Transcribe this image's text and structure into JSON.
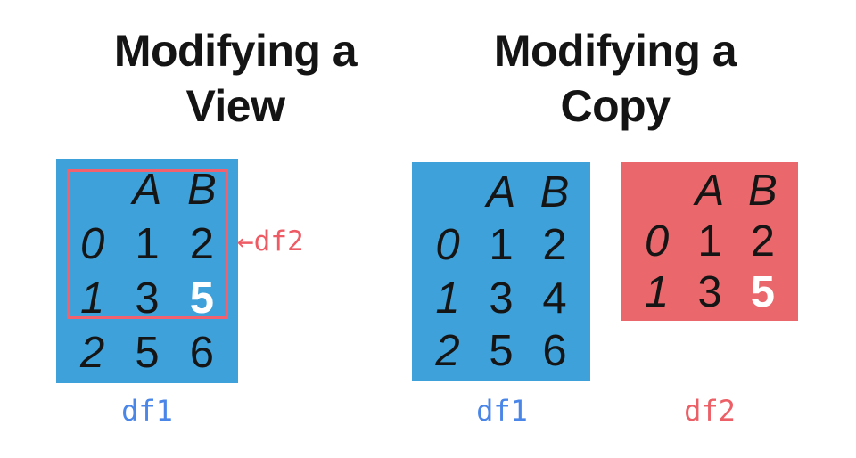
{
  "titles": {
    "left": {
      "line1": "Modifying a",
      "line2": "View"
    },
    "right": {
      "line1": "Modifying a",
      "line2": "Copy"
    }
  },
  "tables": {
    "view_df1": {
      "label": "df1",
      "col_a": "A",
      "col_b": "B",
      "rows": [
        {
          "idx": "0",
          "a": "1",
          "b": "2"
        },
        {
          "idx": "1",
          "a": "3",
          "b": "5"
        },
        {
          "idx": "2",
          "a": "5",
          "b": "6"
        }
      ],
      "highlighted_cell": "row 1 col B"
    },
    "copy_df1": {
      "label": "df1",
      "col_a": "A",
      "col_b": "B",
      "rows": [
        {
          "idx": "0",
          "a": "1",
          "b": "2"
        },
        {
          "idx": "1",
          "a": "3",
          "b": "4"
        },
        {
          "idx": "2",
          "a": "5",
          "b": "6"
        }
      ]
    },
    "copy_df2": {
      "label": "df2",
      "col_a": "A",
      "col_b": "B",
      "rows": [
        {
          "idx": "0",
          "a": "1",
          "b": "2"
        },
        {
          "idx": "1",
          "a": "3",
          "b": "5"
        }
      ],
      "highlighted_cell": "row 1 col B"
    }
  },
  "annotations": {
    "view_pointer": "←df2"
  },
  "colors": {
    "table_blue": "#3ea1da",
    "table_red": "#ea676c",
    "view_outline_pink": "#f4616e",
    "pointer_red": "#ee5b64",
    "label_blue": "#4a86e8",
    "label_red": "#ed5f66",
    "highlight_text": "#ffffff",
    "text_black": "#141414"
  }
}
